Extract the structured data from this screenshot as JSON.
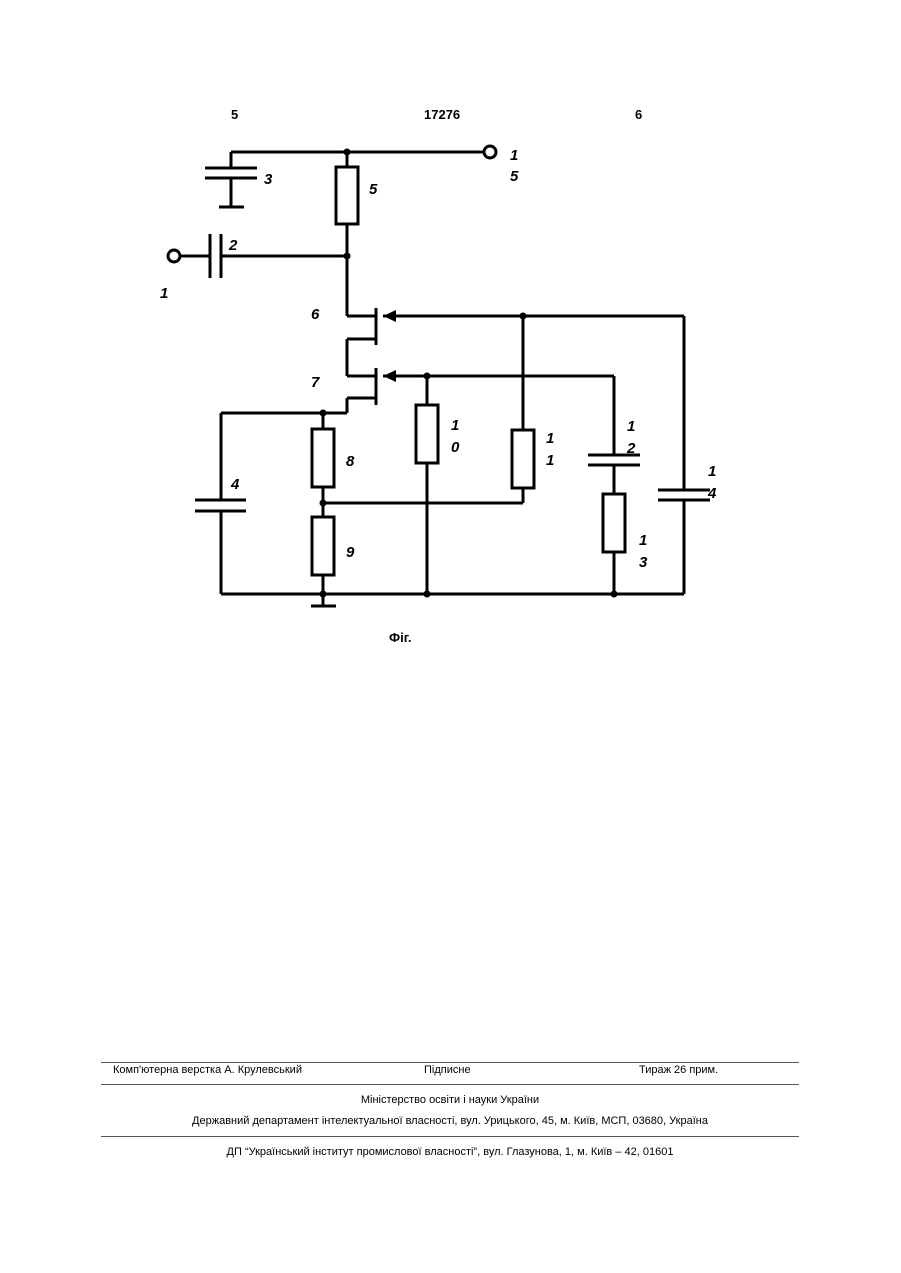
{
  "header": {
    "left_page": "5",
    "patent_number": "17276",
    "right_page": "6"
  },
  "figure": {
    "caption": "Фіг.",
    "labels": {
      "input": "1",
      "cap2": "2",
      "cap3": "3",
      "cap4": "4",
      "res5": "5",
      "trans6": "6",
      "trans7": "7",
      "res8": "8",
      "res9": "9",
      "res10_a": "1",
      "res10_b": "0",
      "res11_a": "1",
      "res11_b": "1",
      "cap12_a": "1",
      "cap12_b": "2",
      "res13_a": "1",
      "res13_b": "3",
      "cap14_a": "1",
      "cap14_b": "4",
      "out15_a": "1",
      "out15_b": "5"
    }
  },
  "footer": {
    "layout": "Комп'ютерна верстка А. Крулевський",
    "subscription": "Підписне",
    "circulation": "Тираж 26 прим.",
    "ministry": "Міністерство освіти і науки України",
    "department": "Державний департамент інтелектуальної власності, вул. Урицького, 45, м. Київ, МСП, 03680, Україна",
    "institute": "ДП “Український інститут промислової власності”, вул. Глазунова, 1, м. Київ – 42, 01601"
  }
}
